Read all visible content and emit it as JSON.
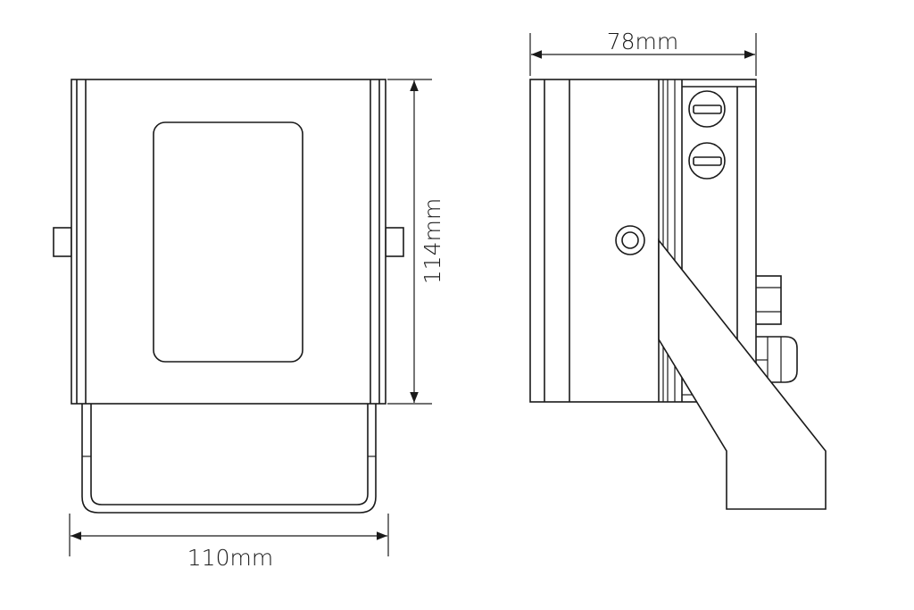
{
  "drawing": {
    "type": "technical dimension drawing",
    "views": [
      "front-view",
      "side-view"
    ],
    "line_color": "#1a1a1a",
    "background": "#ffffff"
  },
  "dimensions": {
    "width_label": "110mm",
    "height_label": "114mm",
    "depth_label": "78mm"
  }
}
